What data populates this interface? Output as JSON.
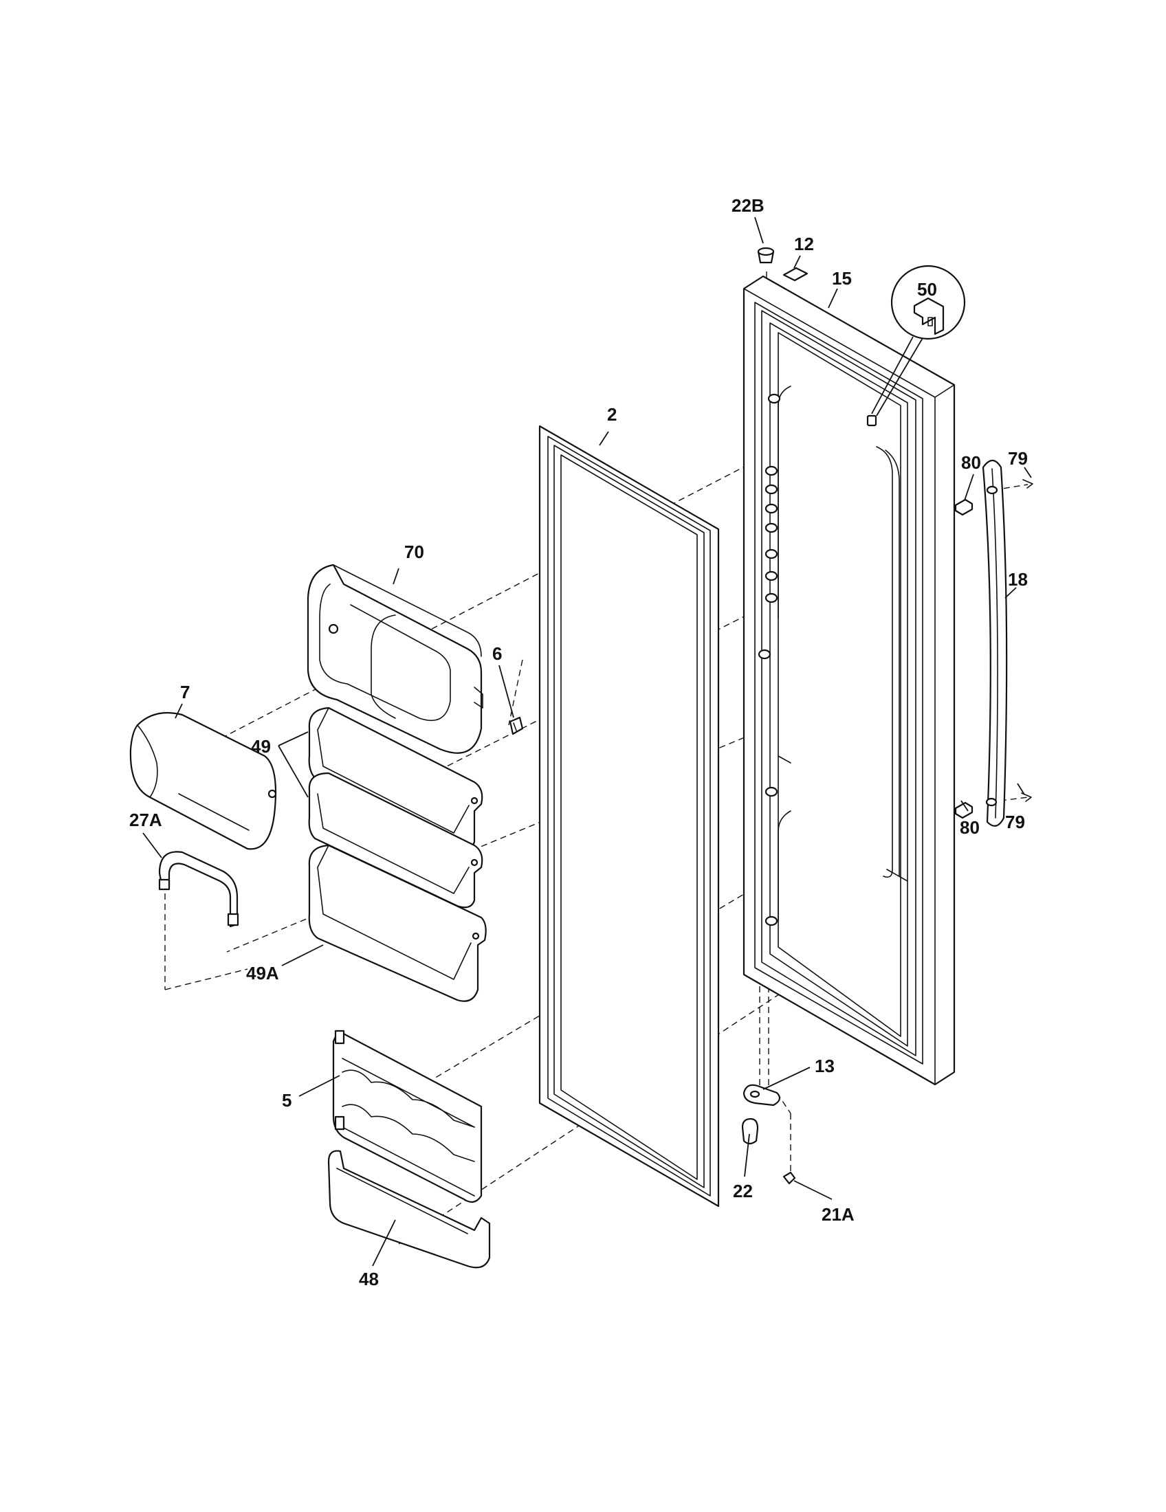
{
  "labels": {
    "l_22B": "22B",
    "l_12": "12",
    "l_15": "15",
    "l_50": "50",
    "l_2": "2",
    "l_80a": "80",
    "l_79a": "79",
    "l_18": "18",
    "l_70": "70",
    "l_6": "6",
    "l_7": "7",
    "l_49": "49",
    "l_27A": "27A",
    "l_80b": "80",
    "l_79b": "79",
    "l_49A": "49A",
    "l_5": "5",
    "l_13": "13",
    "l_22": "22",
    "l_21A": "21A",
    "l_48": "48"
  }
}
